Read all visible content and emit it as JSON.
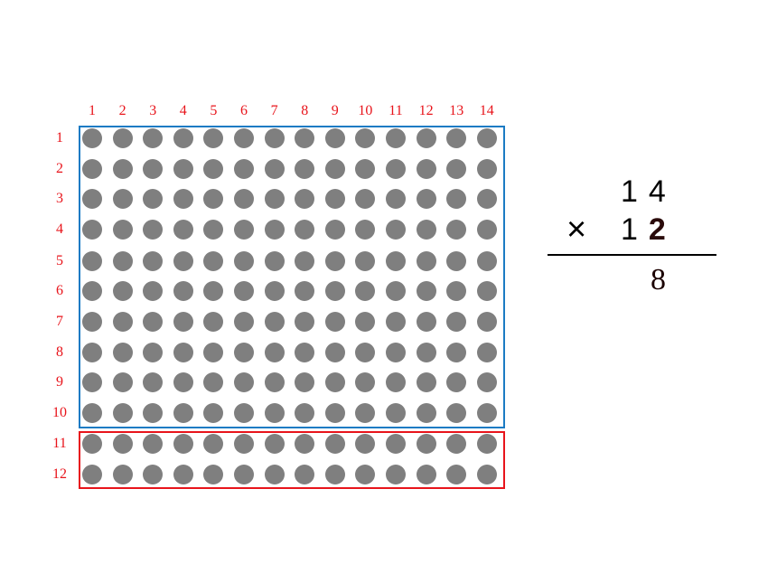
{
  "grid": {
    "columns": 14,
    "rows": 12,
    "column_labels": [
      "1",
      "2",
      "3",
      "4",
      "5",
      "6",
      "7",
      "8",
      "9",
      "10",
      "11",
      "12",
      "13",
      "14"
    ],
    "row_labels": [
      "1",
      "2",
      "3",
      "4",
      "5",
      "6",
      "7",
      "8",
      "9",
      "10",
      "11",
      "12"
    ],
    "top_group_rows": 10,
    "bottom_group_rows": 2,
    "label_color": "#e8141b",
    "dot_color": "#7f7f7f",
    "top_box_color": "#1b7bc4",
    "bottom_box_color": "#e8141b"
  },
  "calculation": {
    "multiplicand": "14",
    "operator": "×",
    "multiplier_tens": "1",
    "multiplier_ones": "2",
    "partial_result": "8"
  }
}
